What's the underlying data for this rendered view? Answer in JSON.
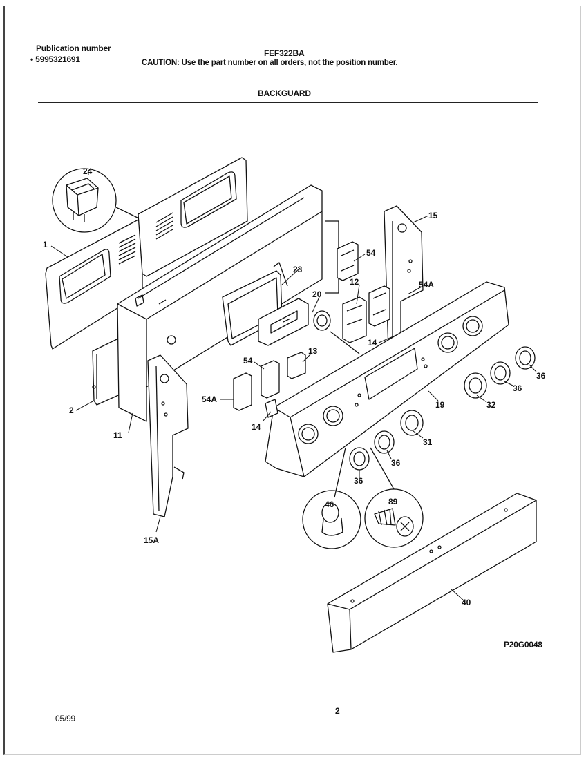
{
  "header": {
    "publication_label": "Publication number",
    "publication_number": "5995321691",
    "model": "FEF322BA",
    "caution": "CAUTION:  Use the part number on all orders, not the position number.",
    "section_title": "BACKGUARD"
  },
  "callouts": {
    "p1": "1",
    "p2": "2",
    "p11": "11",
    "p12": "12",
    "p13": "13",
    "p14a": "14",
    "p14b": "14",
    "p15": "15",
    "p15a": "15A",
    "p19": "19",
    "p20": "20",
    "p23": "23",
    "p24": "24",
    "p31": "31",
    "p32": "32",
    "p36a": "36",
    "p36b": "36",
    "p36c": "36",
    "p36d": "36",
    "p40": "40",
    "p46": "46",
    "p54a": "54",
    "p54b": "54",
    "p54Aa": "54A",
    "p54Ab": "54A",
    "p89": "89"
  },
  "footer": {
    "drawing_code": "P20G0048",
    "date": "05/99",
    "page_number": "2"
  }
}
